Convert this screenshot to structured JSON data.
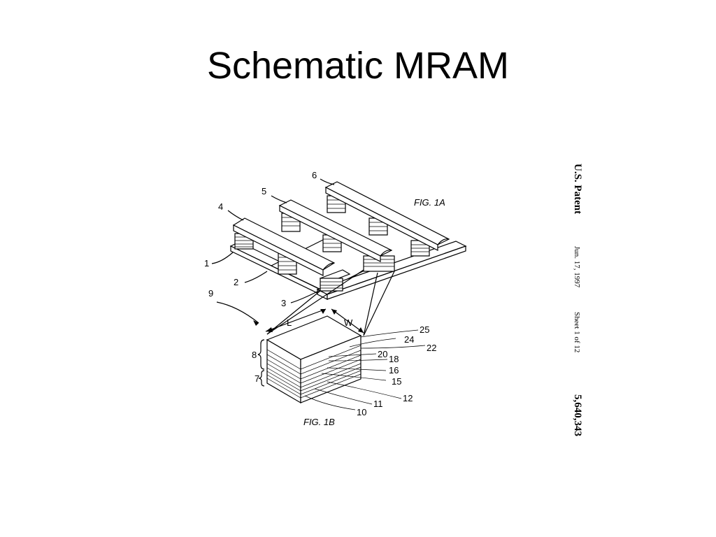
{
  "title": "Schematic MRAM",
  "figures": {
    "fig1a": "FIG. 1A",
    "fig1b": "FIG. 1B"
  },
  "labels": {
    "l1": "1",
    "l2": "2",
    "l3": "3",
    "l4": "4",
    "l5": "5",
    "l6": "6",
    "l7": "7",
    "l8": "8",
    "l9": "9",
    "l10": "10",
    "l11": "11",
    "l12": "12",
    "l15": "15",
    "l16": "16",
    "l18": "18",
    "l20": "20",
    "l22": "22",
    "l24": "24",
    "l25": "25",
    "L": "L",
    "W": "W"
  },
  "patent_header": {
    "name": "U.S. Patent",
    "date": "Jun. 17, 1997",
    "sheet": "Sheet 1 of 12",
    "number": "5,640,343"
  }
}
